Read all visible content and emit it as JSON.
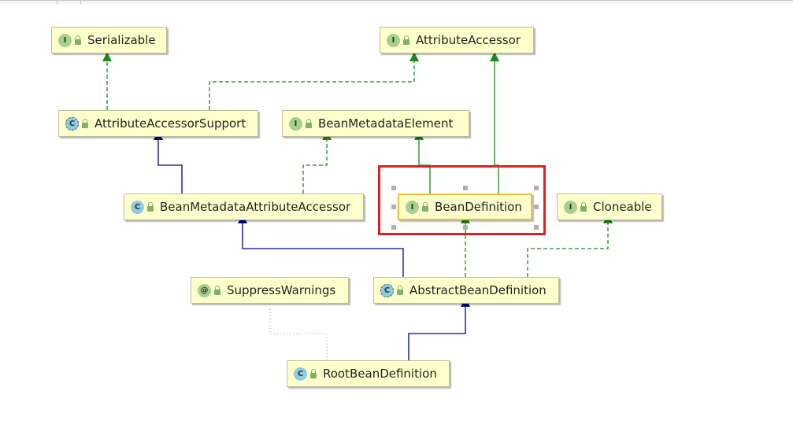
{
  "nodes": [
    {
      "id": "serializable",
      "label": "Serializable",
      "kind": "interface",
      "badge": "I"
    },
    {
      "id": "attribute-accessor",
      "label": "AttributeAccessor",
      "kind": "interface",
      "badge": "I"
    },
    {
      "id": "attribute-accessor-support",
      "label": "AttributeAccessorSupport",
      "kind": "abstract",
      "badge": "C"
    },
    {
      "id": "bean-metadata-element",
      "label": "BeanMetadataElement",
      "kind": "interface",
      "badge": "I"
    },
    {
      "id": "bean-metadata-attribute-accessor",
      "label": "BeanMetadataAttributeAccessor",
      "kind": "class",
      "badge": "C"
    },
    {
      "id": "bean-definition",
      "label": "BeanDefinition",
      "kind": "interface",
      "badge": "I"
    },
    {
      "id": "cloneable",
      "label": "Cloneable",
      "kind": "interface",
      "badge": "I"
    },
    {
      "id": "suppress-warnings",
      "label": "SuppressWarnings",
      "kind": "annotation",
      "badge": "@"
    },
    {
      "id": "abstract-bean-definition",
      "label": "AbstractBeanDefinition",
      "kind": "abstract",
      "badge": "C"
    },
    {
      "id": "root-bean-definition",
      "label": "RootBeanDefinition",
      "kind": "class",
      "badge": "C"
    }
  ],
  "edges": [
    {
      "from": "attribute-accessor-support",
      "to": "serializable",
      "type": "implements"
    },
    {
      "from": "attribute-accessor-support",
      "to": "attribute-accessor",
      "type": "implements"
    },
    {
      "from": "bean-metadata-attribute-accessor",
      "to": "attribute-accessor-support",
      "type": "extends"
    },
    {
      "from": "bean-metadata-attribute-accessor",
      "to": "bean-metadata-element",
      "type": "implements"
    },
    {
      "from": "bean-definition",
      "to": "bean-metadata-element",
      "type": "interface-extends"
    },
    {
      "from": "bean-definition",
      "to": "attribute-accessor",
      "type": "interface-extends"
    },
    {
      "from": "abstract-bean-definition",
      "to": "bean-metadata-attribute-accessor",
      "type": "extends"
    },
    {
      "from": "abstract-bean-definition",
      "to": "bean-definition",
      "type": "implements"
    },
    {
      "from": "abstract-bean-definition",
      "to": "cloneable",
      "type": "implements"
    },
    {
      "from": "root-bean-definition",
      "to": "abstract-bean-definition",
      "type": "extends"
    },
    {
      "from": "root-bean-definition",
      "to": "suppress-warnings",
      "type": "annotated-with"
    }
  ],
  "selected_node": "bean-definition",
  "colors": {
    "node_fill": "#ffffcc",
    "implements": "#1a8a1a",
    "extends": "#00008b",
    "annotation_link": "#9a9a7a",
    "highlight": "#e02020",
    "selection": "#f0c030"
  }
}
